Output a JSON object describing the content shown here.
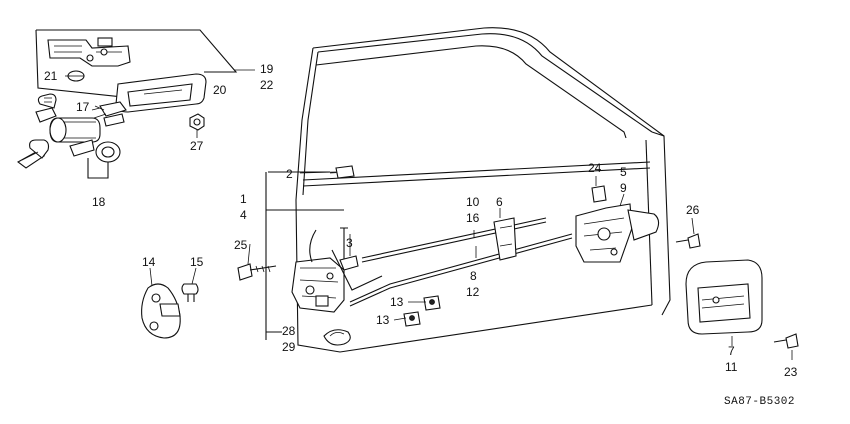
{
  "callouts": {
    "c1": "1",
    "c2": "2",
    "c3": "3",
    "c4": "4",
    "c5": "5",
    "c6": "6",
    "c7": "7",
    "c8": "8",
    "c9": "9",
    "c10": "10",
    "c11": "11",
    "c12": "12",
    "c13a": "13",
    "c13b": "13",
    "c14": "14",
    "c15": "15",
    "c16": "16",
    "c17": "17",
    "c18": "18",
    "c19": "19",
    "c20": "20",
    "c21": "21",
    "c22": "22",
    "c23": "23",
    "c24": "24",
    "c25": "25",
    "c26": "26",
    "c27": "27",
    "c28": "28",
    "c29": "29"
  },
  "diagram_code": "SA87-B5302"
}
